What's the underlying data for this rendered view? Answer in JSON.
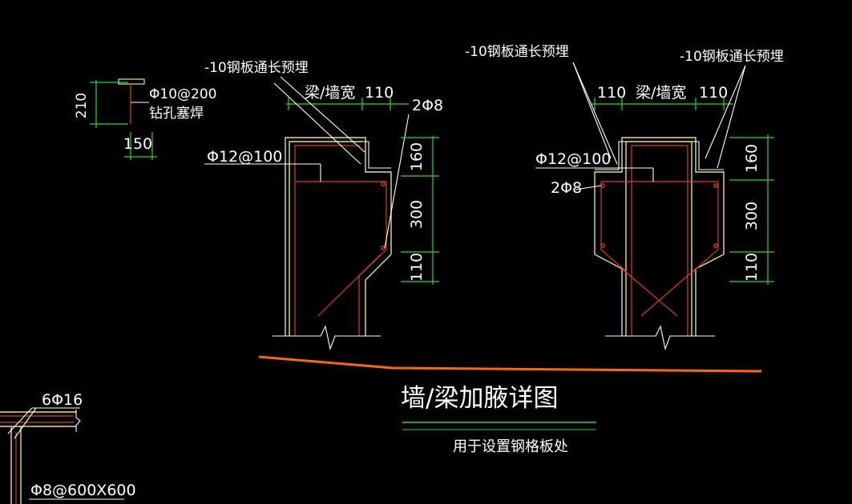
{
  "labels": {
    "plate_embed": "-10钢板通长预埋",
    "plate_embed_right_a": "-10钢板通长预埋",
    "plate_embed_right_b": "-10钢板通长预埋",
    "beam_wall_width_left": "梁/墙宽",
    "beam_wall_width_right": "梁/墙宽",
    "dim_110_left": "110",
    "dim_110_right_a": "110",
    "dim_110_right_b": "110",
    "rebar_2phi8_left": "2Φ8",
    "rebar_2phi8_right": "2Φ8",
    "dim_160_left": "160",
    "dim_300_left": "300",
    "dim_110_vert_left": "110",
    "dim_160_right": "160",
    "dim_300_right": "300",
    "dim_110_vert_right": "110",
    "stirrup_left": "Φ12@100",
    "stirrup_right": "Φ12@100",
    "detail_rebar": "Φ10@200",
    "detail_weld": "钻孔塞焊",
    "detail_dim_210": "210",
    "detail_dim_150": "150",
    "bottom_rebar": "6Φ16",
    "bottom_mesh": "Φ8@600X600"
  },
  "title": {
    "main": "墙/梁加腋详图",
    "sub": "用于设置钢格板处"
  },
  "colors": {
    "background": "#000000",
    "dimension": "#22dd22",
    "outline": "#e8e07a",
    "rebar": "#e23a1e",
    "leader": "#ffffff",
    "ground_line": "#ff6a00"
  }
}
